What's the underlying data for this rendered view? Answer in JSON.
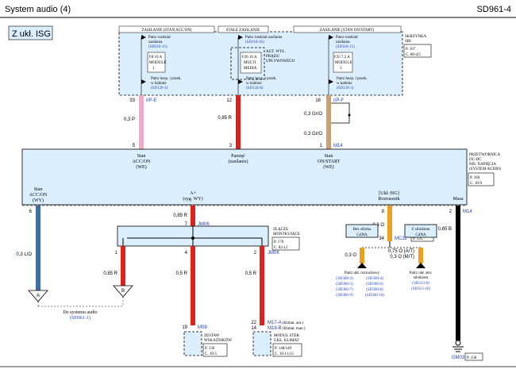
{
  "header": {
    "title": "System audio (4)",
    "code": "SD961-4"
  },
  "variant_label": "Z ukł. ISG",
  "sbi": {
    "col_labels": [
      "ZASILANIE (STAN ACC/ON)",
      "STAŁE ZASILANIE",
      "ZASILANIE (STAN ON/START)"
    ],
    "name": [
      "SKRZYNKA",
      "SBI"
    ],
    "ref": [
      "P. 167",
      "C. 80-4/5"
    ],
    "col1": {
      "see": [
        "Patrz rozdział",
        "zasilania"
      ],
      "see_ref": "(SD110-15)",
      "fuse": [
        "F8 10 A",
        "MODULE",
        "1"
      ],
      "bottom": [
        "Patrz bezp. i przek.",
        "w kabinie"
      ],
      "bottom_ref": "(SD120-1)"
    },
    "col2": {
      "see": [
        "Patrz rozdział zasilania"
      ],
      "see_ref": "(SD110-16)",
      "fuse": [
        "F26 10 A",
        "MULTI",
        "MEDIA"
      ],
      "note": [
        "AUT. WYŁ.",
        "PRĄDU",
        "UPŁYWOWEGO"
      ],
      "bottom": [
        "Patrz bezp. i przek.",
        "w kabinie"
      ],
      "bottom_ref": "(SD120-8)"
    },
    "col3": {
      "see": [
        "Patrz rozdział",
        "zasilania"
      ],
      "see_ref": "(SD110-15)",
      "fuse": [
        "F35 7,5 A",
        "MODULE",
        "3"
      ],
      "bottom": [
        "Patrz bezp. i przek.",
        "w kabinie"
      ],
      "bottom_ref": "(SD120-3)"
    }
  },
  "wires_top": [
    {
      "pin_top": "33",
      "conn": "I/P-E",
      "wire": "0,3 P",
      "pin_bot": "5"
    },
    {
      "pin_top": "12",
      "wire": "0,85 R",
      "pin_bot": "3"
    },
    {
      "pin_top": "16",
      "conn": "I/P-F",
      "wire": "0,3 Gr/O",
      "wire2": "0,3 Gr/O",
      "pin_bot": "1",
      "conn_bot": "M14"
    }
  ],
  "converter": {
    "name": [
      "PRZETWORNICA",
      "DC-DC",
      "NIS. NAPIĘCIA",
      "(SYSTEM AUDIO)"
    ],
    "ref": [
      "P. 160",
      "C. 10-9"
    ],
    "labels": {
      "acc_in": [
        "Stan",
        "ACC/ON",
        "(WE)"
      ],
      "mem": [
        "Pamięć",
        "(zasilanie)"
      ],
      "on_in": [
        "Stan",
        "ON/START",
        "(WE)"
      ],
      "acc_out": [
        "Stan",
        "ACC/ON",
        "(WY)"
      ],
      "aplus": [
        "A+",
        "(syg. WY)"
      ],
      "isg": [
        "[Ukł. ISG]",
        "Rozrusznik"
      ],
      "gnd": "Masa"
    }
  },
  "wires_bottom": {
    "p6": {
      "pin": "6",
      "wire": "0,3 L/O"
    },
    "p7": {
      "wire": "0,85 R",
      "pin": "7",
      "conn": "JM06"
    },
    "p8": {
      "pin": "8",
      "wire": "0,3 O",
      "pin2": "34",
      "conn": "MC11",
      "ref": "P. 135"
    },
    "p2": {
      "pin": "2",
      "conn": "M14",
      "wire": "0,85 B"
    }
  },
  "joint": {
    "name": [
      "ZŁĄCZE",
      "MONTKUJĄCE"
    ],
    "ref": [
      "P. 170",
      "C. 82-12"
    ],
    "pins": [
      "1",
      "4",
      "2"
    ],
    "conn": "JM06",
    "wires": [
      "0,85 R",
      "0,5 R",
      "0,5 R"
    ]
  },
  "isg": {
    "no_eng": [
      "Bez silnika",
      "G4NA"
    ],
    "with_eng": [
      "Z silnikiem",
      "G4NA"
    ],
    "wire_left": "0,3 O",
    "wire_right": [
      "0,75 O (A/T)",
      "0,3 O (M/T)"
    ],
    "left_label": "Patrz ukł. rozruchowy",
    "left_refs": [
      "(SD360-3)",
      "(SD360-4)",
      "(SD360-5)",
      "(SD360-6)",
      "(SD360-7)",
      "(SD360-8)",
      "(SD360-9)",
      "(SD360-10)"
    ],
    "right_label": [
      "Patrz ukł. ster.",
      "silnikiem"
    ],
    "right_refs": [
      "(SD313-8)",
      "(SD313-16)"
    ]
  },
  "connectors": {
    "a": "A",
    "b": "B",
    "audio": "Do systemu audio",
    "audio_ref": "(SD961-1)"
  },
  "cluster": {
    "pin": "19",
    "conn": "M08",
    "name": [
      "ZESTAW",
      "WSKAŹNIKÓW"
    ],
    "ref": [
      "P. 136",
      "C. 10-5"
    ]
  },
  "aircon": {
    "pins": [
      "22",
      "14"
    ],
    "conns": [
      "M17-A",
      "M18-B"
    ],
    "notes": [
      "(klimat. aut.)",
      "(klimat. man.)"
    ],
    "name": [
      "MODUŁ STER.",
      "UKŁ. KLIMAT"
    ],
    "ref": [
      "P. 148/149",
      "C. 10-11/12"
    ]
  },
  "ground": {
    "id": "GM03",
    "ref": "P. 158"
  },
  "colors": {
    "pink": "#f4a9c9",
    "red": "#e0201a",
    "tan": "#c9a070",
    "blue": "#3a6fa8",
    "orange": "#f0a020",
    "black": "#000000",
    "panel": "#dcefff"
  }
}
